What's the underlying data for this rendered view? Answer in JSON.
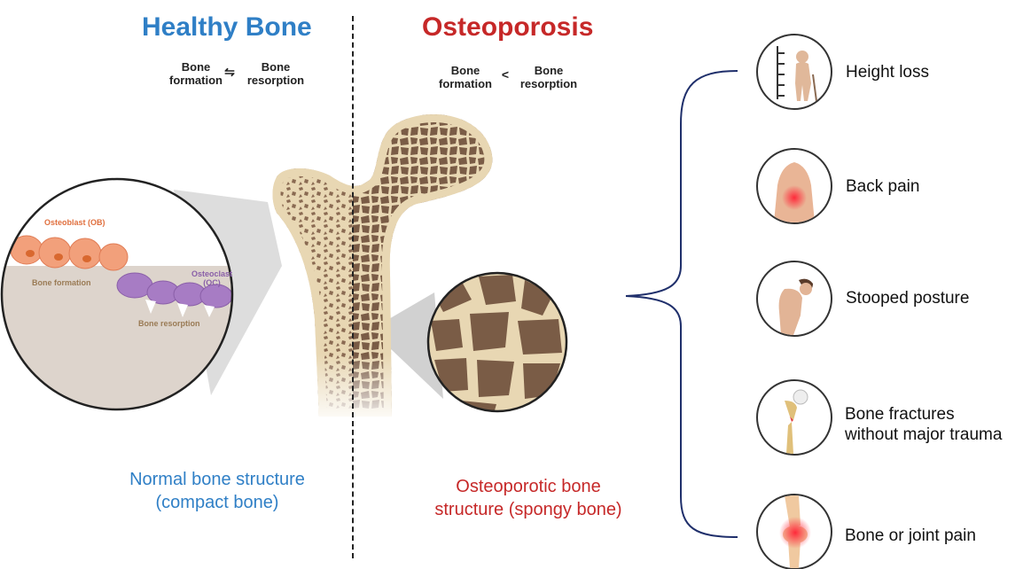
{
  "healthy": {
    "title": "Healthy Bone",
    "formation": [
      "Bone",
      "formation"
    ],
    "relation": "⇋",
    "resorption": [
      "Bone",
      "resorption"
    ],
    "caption": [
      "Normal bone structure",
      "(compact bone)"
    ]
  },
  "osteo": {
    "title": "Osteoporosis",
    "formation": [
      "Bone",
      "formation"
    ],
    "relation": "<",
    "resorption": [
      "Bone",
      "resorption"
    ],
    "caption": [
      "Osteoporotic bone",
      "structure (spongy bone)"
    ]
  },
  "inset": {
    "osteoblast": "Osteoblast (OB)",
    "osteoclast": "Osteoclast",
    "osteoclast_abbr": "(OC)",
    "bone_formation": "Bone formation",
    "bone_resorption": "Bone resorption"
  },
  "symptoms": [
    {
      "icon": "height-loss-icon",
      "label": [
        "Height loss"
      ]
    },
    {
      "icon": "back-pain-icon",
      "label": [
        "Back pain"
      ]
    },
    {
      "icon": "stooped-posture-icon",
      "label": [
        "Stooped posture"
      ]
    },
    {
      "icon": "bone-fracture-icon",
      "label": [
        "Bone fractures",
        "without major trauma"
      ]
    },
    {
      "icon": "joint-pain-icon",
      "label": [
        "Bone or joint pain"
      ]
    }
  ],
  "colors": {
    "healthy": "#2f7fc6",
    "osteoporosis": "#c62828",
    "bone_matrix": "#e8d7b3",
    "trabecular": "#7a5c46",
    "osteoblast": "#f2a07b",
    "osteoclast": "#a77cc4",
    "bracket": "#1f2f6b"
  }
}
